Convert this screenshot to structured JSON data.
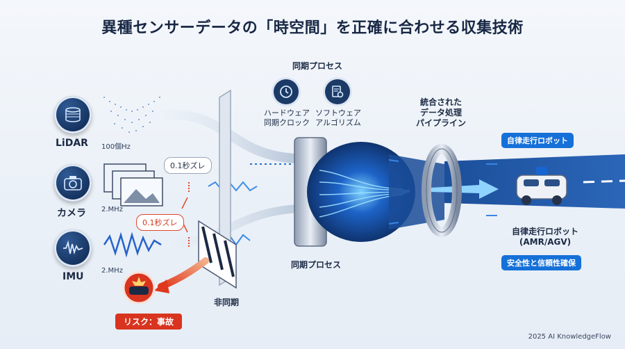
{
  "title": "異種センサーデータの「時空間」を正確に合わせる収集技術",
  "sensors": [
    {
      "label": "LiDAR",
      "freq": "100個Hz",
      "icon": "lidar-icon"
    },
    {
      "label": "カメラ",
      "freq": "2.MHz",
      "icon": "camera-icon"
    },
    {
      "label": "IMU",
      "freq": "2.MHz",
      "icon": "waveform-icon"
    }
  ],
  "offsets": {
    "gray": "0.1秒ズレ",
    "red": "0.1秒ズレ"
  },
  "sync_top": "同期プロセス",
  "sync_bottom": "同期プロセス",
  "hw_clock": {
    "line1": "ハードウェア",
    "line2": "同期クロック",
    "icon": "clock-icon"
  },
  "sw_algo": {
    "line1": "ソフトウェア",
    "line2": "アルゴリズム",
    "icon": "gear-document-icon"
  },
  "pipeline": {
    "line1": "統合された",
    "line2": "データ処理",
    "line3": "パイプライン"
  },
  "robot_tag": "自律走行ロボット",
  "robot_label": {
    "line1": "自律走行ロボット",
    "line2": "(AMR/AGV)"
  },
  "safety_tag": "安全性と信頼性確保",
  "async_label": "非同期",
  "risk_label": "リスク：事故",
  "credit": "2025 AI KnowledgeFlow",
  "colors": {
    "navy": "#15325e",
    "accent": "#1570d8",
    "danger": "#d8341f",
    "light_blue": "#5fb4ff"
  }
}
